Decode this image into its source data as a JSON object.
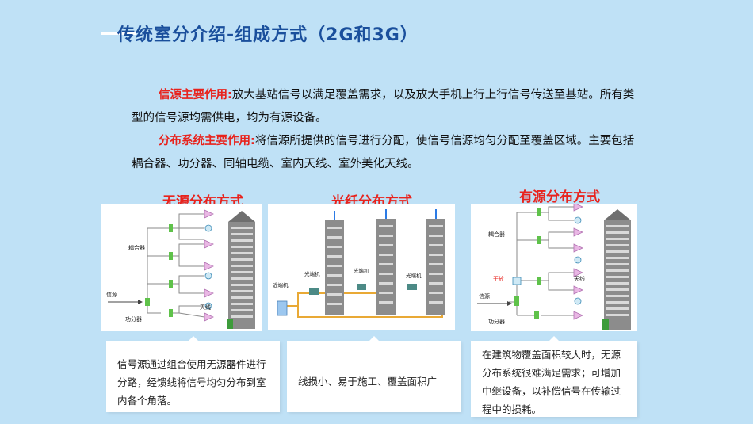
{
  "header": {
    "title": "传统室分介绍-组成方式（2G和3G）"
  },
  "intro": {
    "source_label": "信源主要作用:",
    "source_text": "放大基站信号以满足覆盖需求，以及放大手机上行上行信号传送至基站。所有类型的信号源均需供电，均为有源设备。",
    "dist_label": "分布系统主要作用:",
    "dist_text": "将信源所提供的信号进行分配，使信号信源均匀分配至覆盖区域。主要包括耦合器、功分器、同轴电缆、室内天线、室外美化天线。"
  },
  "panels": [
    {
      "title": "无源分布方式",
      "labels": {
        "coupler": "耦合器",
        "source": "信源",
        "splitter": "功分器",
        "antenna": "天线"
      },
      "description": "信号源通过组合使用无源器件进行分路，经馈线将信号均匀分布到室内各个角落。"
    },
    {
      "title": "光纤分布方式",
      "labels": {
        "near_end": "近端机",
        "remote_1": "光端机",
        "remote_2": "光端机",
        "remote_3": "光端机"
      },
      "description": "线损小、易于施工、覆盖面积广"
    },
    {
      "title": "有源分布方式",
      "labels": {
        "coupler": "耦合器",
        "amplifier": "干放",
        "antenna": "天线",
        "source": "信源",
        "splitter": "功分器"
      },
      "description": "在建筑物覆盖面积较大时，无源分布系统很难满足需求；可增加中继设备，以补偿信号在传输过程中的损耗。"
    }
  ],
  "colors": {
    "title": "#1a4f9c",
    "highlight": "#e8231d",
    "background": "#bfe1f6"
  }
}
